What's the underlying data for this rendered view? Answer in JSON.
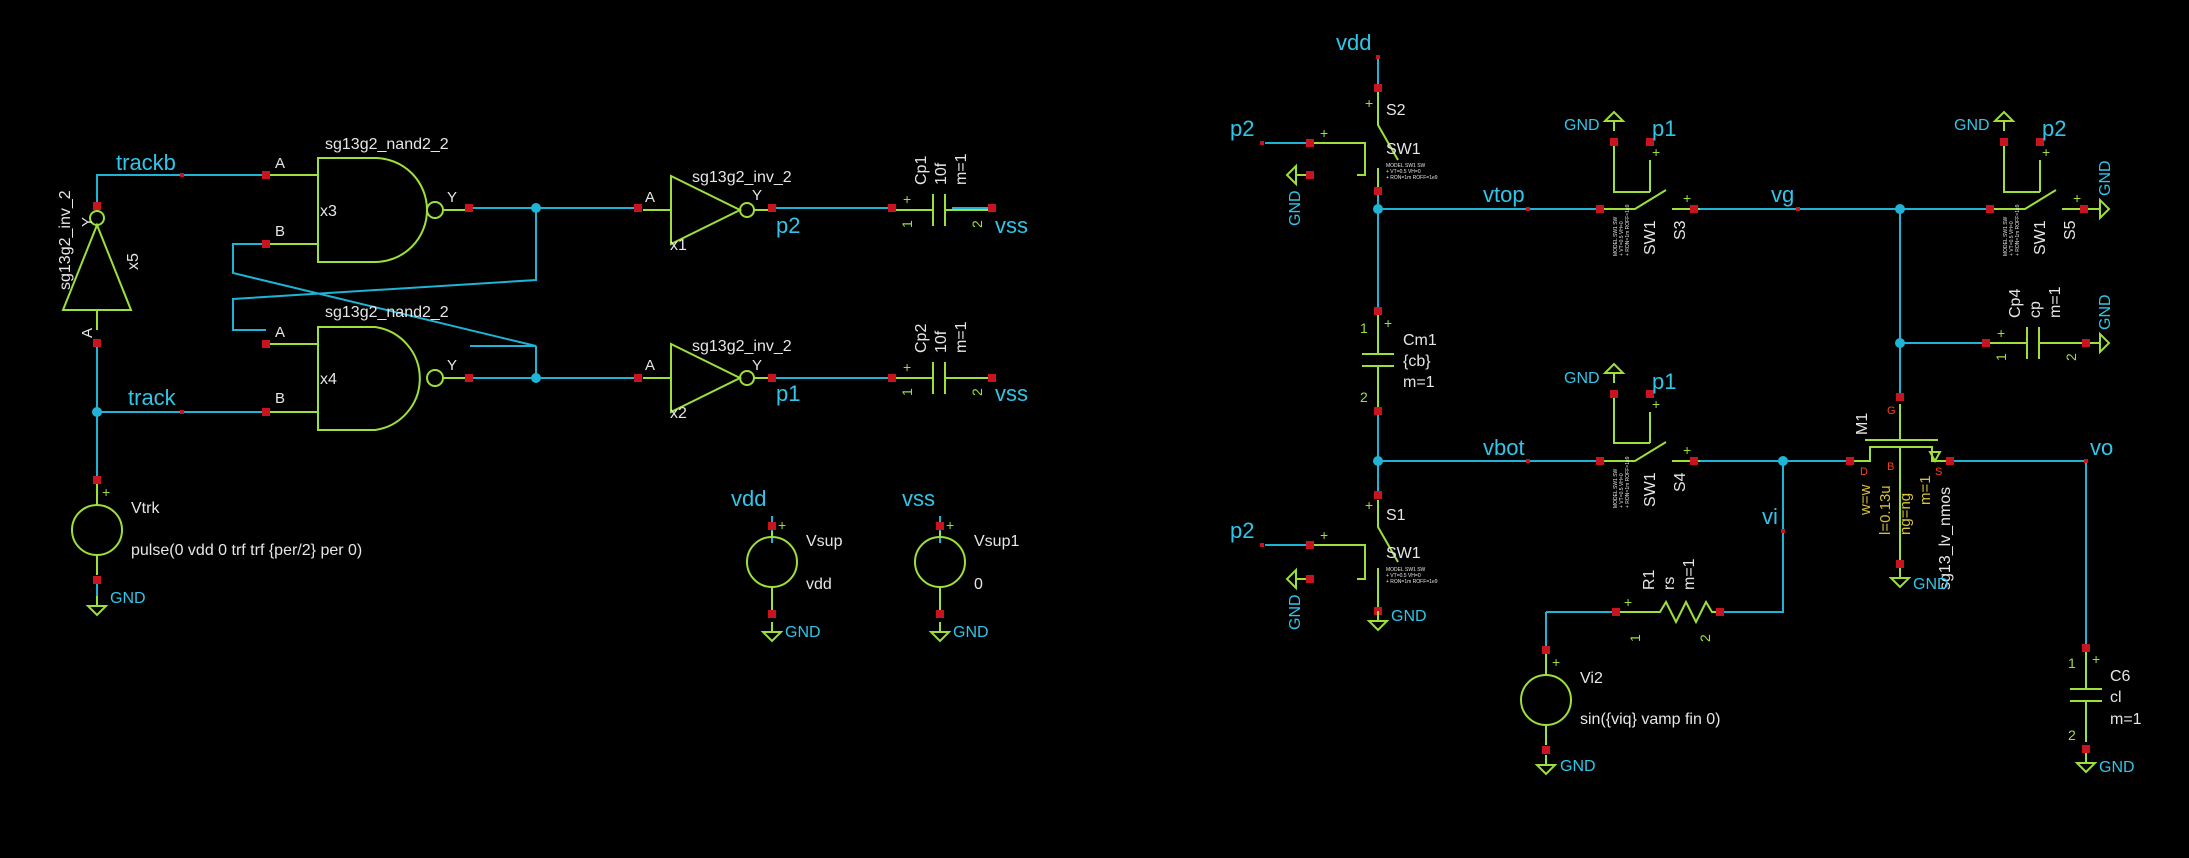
{
  "nets": {
    "trackb": "trackb",
    "track": "track",
    "p1": "p1",
    "p2": "p2",
    "vss": "vss",
    "vdd": "vdd",
    "vtop": "vtop",
    "vbot": "vbot",
    "vg": "vg",
    "vi": "vi",
    "vo": "vo",
    "gnd": "GND"
  },
  "symbols": {
    "inv_x5": {
      "type": "sg13g2_inv_2",
      "inst": "x5",
      "pin_a": "A",
      "pin_y": "Y"
    },
    "nand_x3": {
      "type": "sg13g2_nand2_2",
      "inst": "x3",
      "pin_a": "A",
      "pin_b": "B",
      "pin_y": "Y"
    },
    "nand_x4": {
      "type": "sg13g2_nand2_2",
      "inst": "x4",
      "pin_a": "A",
      "pin_b": "B",
      "pin_y": "Y"
    },
    "inv_x1": {
      "type": "sg13g2_inv_2",
      "inst": "x1",
      "pin_a": "A",
      "pin_y": "Y"
    },
    "inv_x2": {
      "type": "sg13g2_inv_2",
      "inst": "x2",
      "pin_a": "A",
      "pin_y": "Y"
    },
    "cp1": {
      "name": "Cp1",
      "value": "10f",
      "mult": "m=1"
    },
    "cp2": {
      "name": "Cp2",
      "value": "10f",
      "mult": "m=1"
    },
    "vtrk": {
      "name": "Vtrk",
      "value": "pulse(0 vdd 0 trf trf {per/2} per 0)"
    },
    "vsup": {
      "name": "Vsup",
      "value": "vdd"
    },
    "vsup1": {
      "name": "Vsup1",
      "value": "0"
    },
    "s2": {
      "name": "S2",
      "type": "SW1"
    },
    "s1": {
      "name": "S1",
      "type": "SW1"
    },
    "s3": {
      "name": "S3",
      "type": "SW1"
    },
    "s4": {
      "name": "S4",
      "type": "SW1"
    },
    "s5": {
      "name": "S5",
      "type": "SW1"
    },
    "cm1": {
      "name": "Cm1",
      "value": "{cb}",
      "mult": "m=1"
    },
    "cp4": {
      "name": "Cp4",
      "value": "cp",
      "mult": "m=1"
    },
    "r1": {
      "name": "R1",
      "value": "rs",
      "mult": "m=1"
    },
    "vi2": {
      "name": "Vi2",
      "value": "sin({viq} vamp fin 0)"
    },
    "c6": {
      "name": "C6",
      "value": "cl",
      "mult": "m=1"
    },
    "m1": {
      "name": "M1",
      "model": "sg13_lv_nmos",
      "w": "w=w",
      "l": "l=0.13u",
      "ng": "ng=ng",
      "m": "m=1",
      "pin_d": "D",
      "pin_g": "G",
      "pin_s": "S",
      "pin_b": "B"
    },
    "sw_model": [
      "MODEL SW1 SW",
      "+ VT=0.5 VH=0",
      "+ RON=1m ROFF=1e9"
    ]
  },
  "pin_numbers": {
    "one": "1",
    "two": "2",
    "plus": "+"
  },
  "colors": {
    "background": "#000000",
    "wire": "#1eb4d6",
    "symbol": "#9ee03a",
    "pin": "#c8141e",
    "net_label": "#2fc6ea",
    "text": "#e6e6e6"
  }
}
